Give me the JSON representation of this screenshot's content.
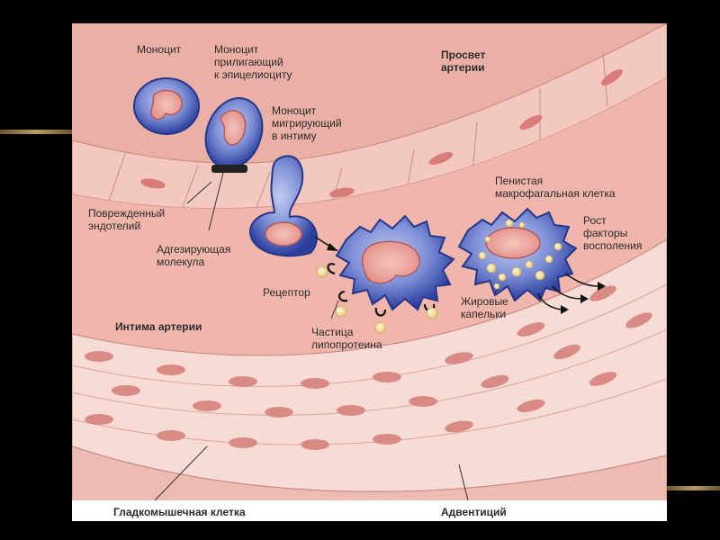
{
  "labels": {
    "monocyte": "Моноцит",
    "adhering_monocyte": "Моноцит\nприлигающий\nк эпицелиоциту",
    "migrating_monocyte": "Моноцит\nмигрирующий\nв интиму",
    "lumen": "Просвет\nартерии",
    "damaged_endothelium": "Поврежденный\nэндотелий",
    "adhesion_molecule": "Адгезирующая\nмолекула",
    "foam_cell": "Пенистая\nмакрофагальная клетка",
    "growth_factors": "Рост\nфакторы\nвосполения",
    "receptor": "Рецептор",
    "fat_droplets": "Жировые\nкапельки",
    "intima": "Интима артерии",
    "lipoprotein": "Частица\nлипопротеина",
    "smooth_muscle": "Гладкомышечная клетка",
    "adventitia": "Адвентиций"
  },
  "colors": {
    "lumen": "#e9aca1",
    "endothelium": "#f1c5bd",
    "intima": "#f0b4aa",
    "media": "#f6d7d1",
    "adventitia": "#eebcb3",
    "cell_nucleus": "#d17a78",
    "monocyte_blue": "#2f43a0",
    "monocyte_light": "#8e9ddc",
    "nucleus_pink": "#f1a8a0",
    "lipid_yellow": "#f4df9a",
    "frame": "#000000"
  }
}
